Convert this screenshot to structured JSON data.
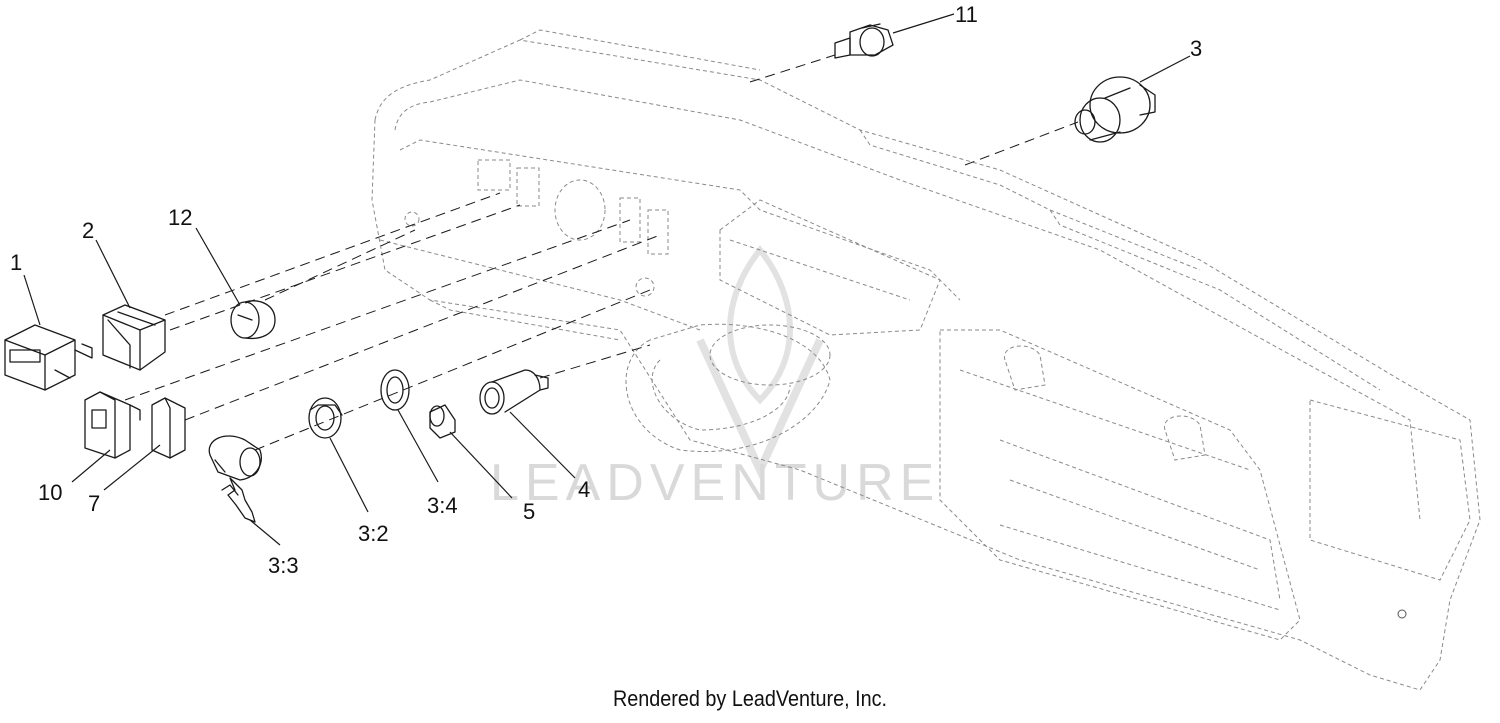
{
  "diagram": {
    "callouts": {
      "c1": "1",
      "c2": "2",
      "c12": "12",
      "c11": "11",
      "c3": "3",
      "c10": "10",
      "c7": "7",
      "c33": "3:3",
      "c32": "3:2",
      "c34": "3:4",
      "c5": "5",
      "c4": "4"
    },
    "watermark": "LEADVENTURE",
    "caption": "Rendered by LeadVenture, Inc."
  }
}
